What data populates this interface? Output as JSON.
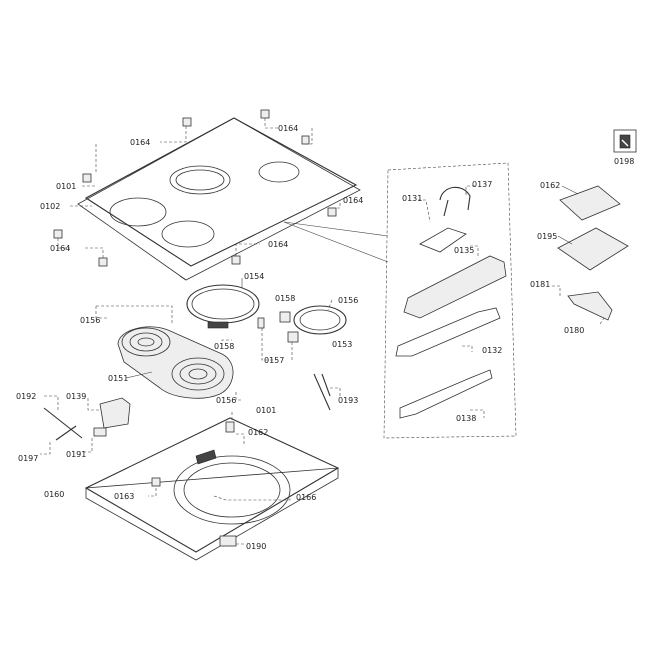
{
  "labels": {
    "l0101a": "0101",
    "l0101b": "0101",
    "l0102": "0102",
    "l0131": "0131",
    "l0132": "0132",
    "l0135": "0135",
    "l0137": "0137",
    "l0138": "0138",
    "l0151": "0151",
    "l0153": "0153",
    "l0154": "0154",
    "l0156a": "0156",
    "l0156b": "0156",
    "l0156c": "0156",
    "l0157": "0157",
    "l0158a": "0158",
    "l0158b": "0158",
    "l0160": "0160",
    "l0162a": "0162",
    "l0162b": "0162",
    "l0163": "0163",
    "l0164a": "0164",
    "l0164b": "0164",
    "l0164c": "0164",
    "l0164d": "0164",
    "l0164e": "0164",
    "l0166": "0166",
    "l0180": "0180",
    "l0181": "0181",
    "l0190": "0190",
    "l0191": "0191",
    "l0192": "0192",
    "l0193": "0193",
    "l0195": "0195",
    "l0197": "0197",
    "l0198": "0198",
    "l0139": "0139"
  },
  "icons": {
    "service_tool": "wrench-manual-icon"
  }
}
